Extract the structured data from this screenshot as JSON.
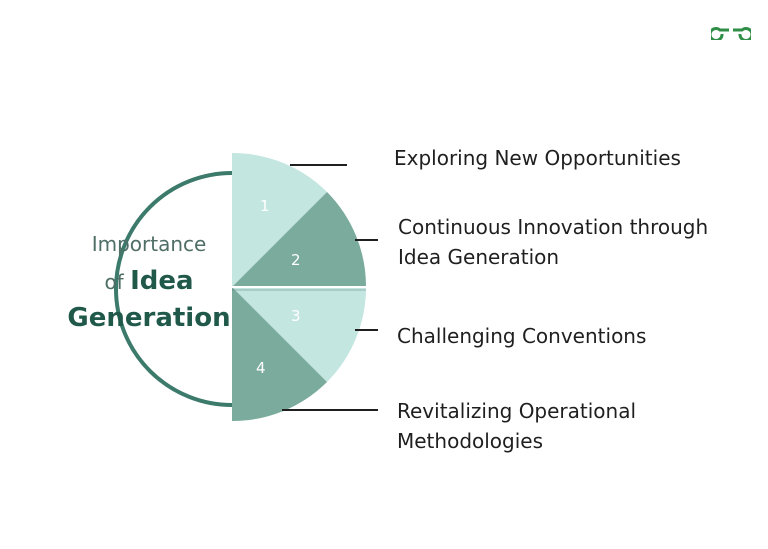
{
  "logo": {
    "icon": "gfg-logo-icon",
    "color": "#2f8d46"
  },
  "center": {
    "line1": "Importance",
    "line2_prefix": "of",
    "line2_bold": "Idea",
    "line3": "Generation"
  },
  "segments": [
    {
      "number": "1",
      "label": "Exploring New Opportunities",
      "color": "#c4e6e1"
    },
    {
      "number": "2",
      "label_lines": [
        "Continuous Innovation through",
        "Idea Generation"
      ],
      "color": "#7aab9c"
    },
    {
      "number": "3",
      "label": "Challenging Conventions",
      "color": "#c4e6e1"
    },
    {
      "number": "4",
      "label_lines": [
        "Revitalizing Operational",
        "Methodologies"
      ],
      "color": "#7aab9c"
    }
  ],
  "colors": {
    "circle": "#3c7a6b",
    "text_dark": "#20594a",
    "label_text": "#1f1f1f"
  }
}
